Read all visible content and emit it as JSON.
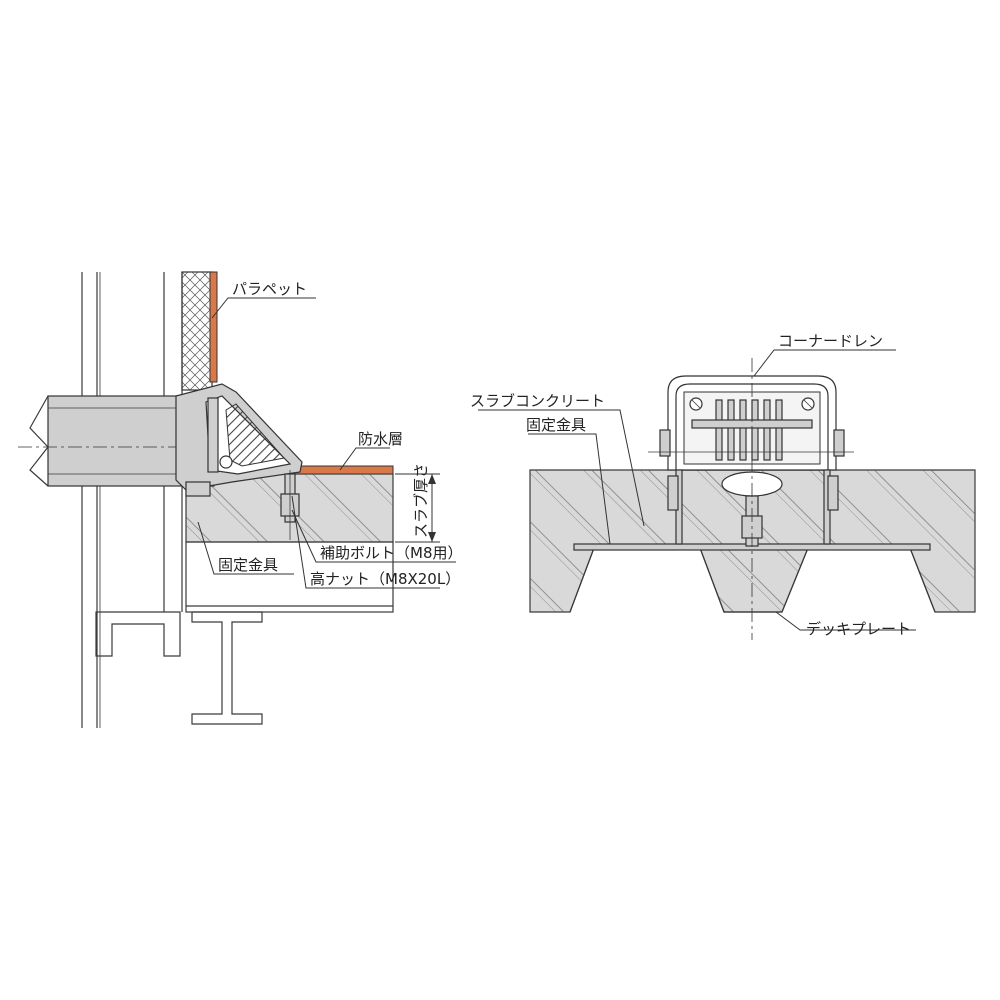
{
  "left_diagram": {
    "labels": {
      "parapet": "パラペット",
      "waterproof_layer": "防水層",
      "slab_thickness": "スラブ厚さ",
      "fixing_bracket": "固定金具",
      "auxiliary_bolt": "補助ボルト（M8用）",
      "high_nut": "高ナット（M8X20L）"
    }
  },
  "right_diagram": {
    "labels": {
      "corner_drain": "コーナードレン",
      "slab_concrete": "スラブコンクリート",
      "fixing_bracket": "固定金具",
      "deck_plate": "デッキプレート"
    }
  },
  "colors": {
    "waterproof_layer": "#d9794a",
    "concrete": "#d9d9d9",
    "metal": "#cfcfcf",
    "line": "#333333"
  }
}
